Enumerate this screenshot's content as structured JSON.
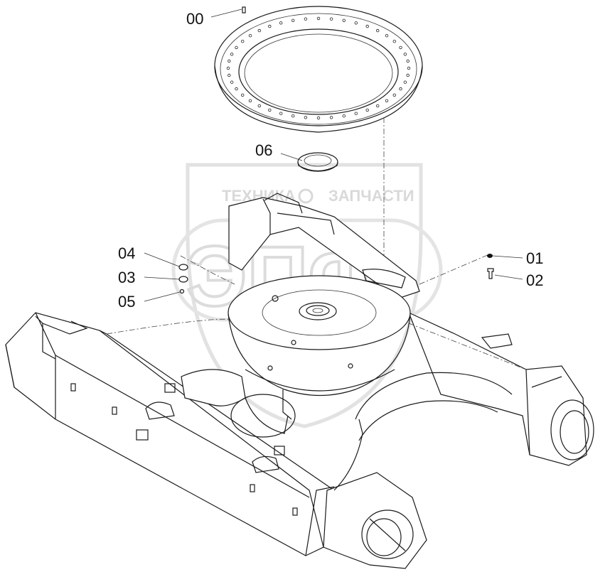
{
  "watermark": {
    "top_left": "ТЕХНИКА",
    "top_right": "ЗАПЧАСТИ",
    "logo_letters": "ЭПФ"
  },
  "callouts": [
    {
      "id": "00",
      "label": "00"
    },
    {
      "id": "01",
      "label": "01"
    },
    {
      "id": "02",
      "label": "02"
    },
    {
      "id": "03",
      "label": "03"
    },
    {
      "id": "04",
      "label": "04"
    },
    {
      "id": "05",
      "label": "05"
    },
    {
      "id": "06",
      "label": "06"
    }
  ]
}
